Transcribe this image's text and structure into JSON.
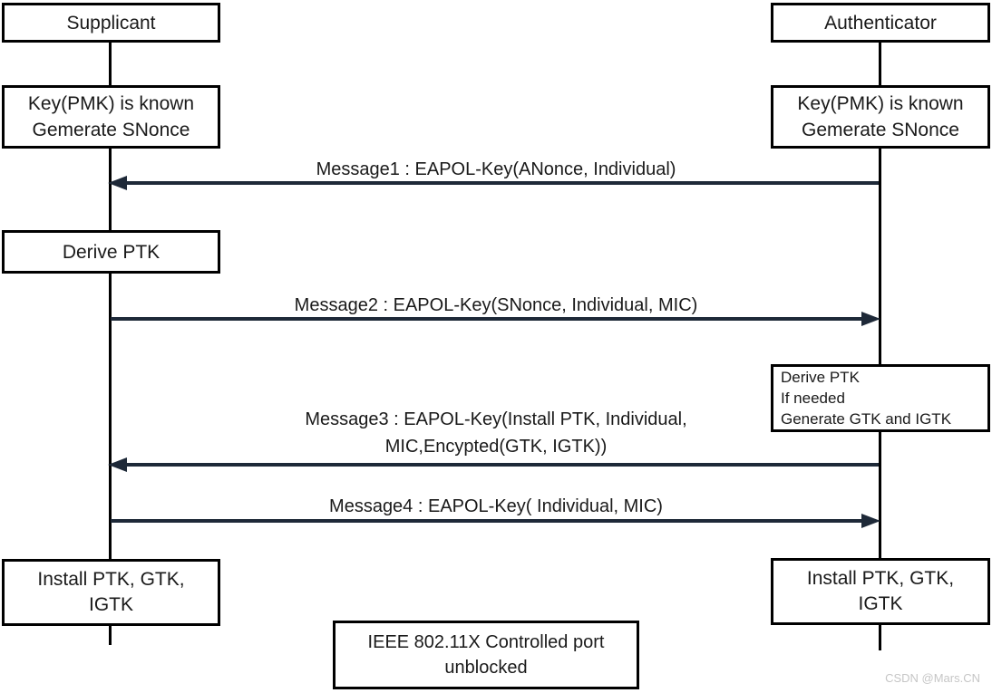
{
  "colors": {
    "arrow": "#1e2938",
    "line": "#000000",
    "text": "#1a1a1a",
    "watermark": "#c6c6c6"
  },
  "actors": {
    "supplicant": "Supplicant",
    "authenticator": "Authenticator"
  },
  "notes": {
    "supplicant_key": {
      "lines": [
        "Key(PMK) is known",
        "Gemerate SNonce"
      ]
    },
    "authenticator_key": {
      "lines": [
        "Key(PMK) is known",
        "Gemerate SNonce"
      ]
    },
    "supplicant_derive": {
      "lines": [
        "Derive PTK"
      ]
    },
    "authenticator_derive": {
      "lines": [
        "Derive PTK",
        "If needed",
        "Generate GTK and IGTK"
      ]
    },
    "supplicant_install": {
      "lines": [
        "Install PTK, GTK,",
        "IGTK"
      ]
    },
    "authenticator_install": {
      "lines": [
        "Install PTK, GTK,",
        "IGTK"
      ]
    },
    "controlled_port": {
      "lines": [
        "IEEE 802.11X Controlled port",
        "unblocked"
      ]
    }
  },
  "messages": [
    {
      "id": "message1",
      "direction": "right-to-left",
      "lines": [
        "Message1 : EAPOL-Key(ANonce, Individual)"
      ]
    },
    {
      "id": "message2",
      "direction": "left-to-right",
      "lines": [
        "Message2 : EAPOL-Key(SNonce, Individual, MIC)"
      ]
    },
    {
      "id": "message3",
      "direction": "right-to-left",
      "lines": [
        "Message3 : EAPOL-Key(Install PTK, Individual,",
        "MIC,Encypted(GTK, IGTK))"
      ]
    },
    {
      "id": "message4",
      "direction": "left-to-right",
      "lines": [
        "Message4 : EAPOL-Key( Individual, MIC)"
      ]
    }
  ],
  "watermark": "CSDN @Mars.CN"
}
